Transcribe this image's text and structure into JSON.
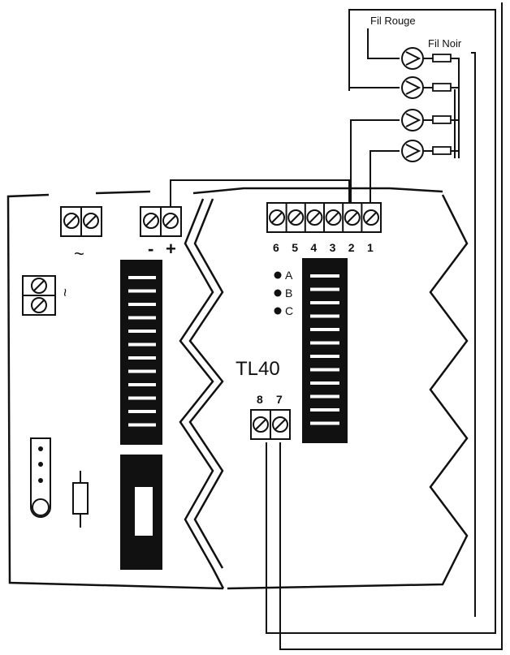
{
  "diagram": {
    "model_label": "TL40",
    "wire_labels": {
      "red": "Fil Rouge",
      "black": "Fil Noir"
    },
    "power_terminals": {
      "ac_symbol": "~",
      "minus": "-",
      "plus": "+"
    },
    "side_symbol": "~",
    "terminal_numbers": [
      "6",
      "5",
      "4",
      "3",
      "2",
      "1"
    ],
    "lower_terminal_numbers": [
      "8",
      "7"
    ],
    "indicators": [
      "A",
      "B",
      "C"
    ],
    "lamp_count": 4,
    "colors": {
      "ink": "#111111",
      "paper": "#ffffff"
    }
  }
}
